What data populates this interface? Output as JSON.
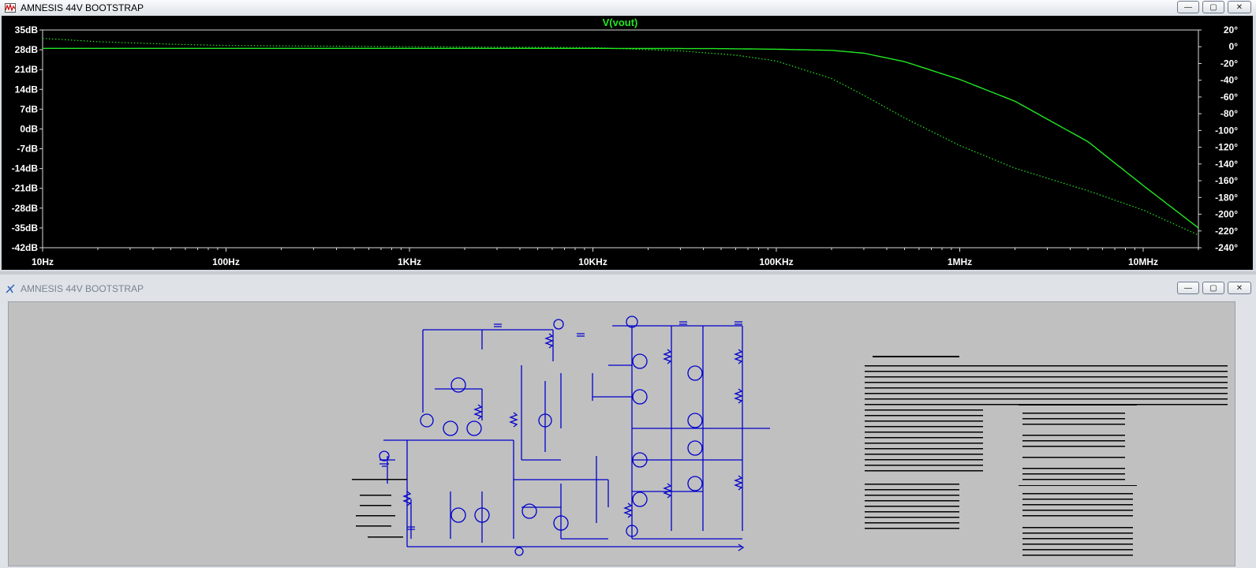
{
  "plot_window": {
    "title": "AMNESIS 44V BOOTSTRAP",
    "buttons": {
      "minimize": "—",
      "maximize": "▢",
      "close": "✕"
    }
  },
  "schematic_window": {
    "title": "AMNESIS 44V BOOTSTRAP",
    "buttons": {
      "minimize": "—",
      "maximize": "▢",
      "close": "✕"
    }
  },
  "colors": {
    "plot_bg": "#000000",
    "trace": "#22e822",
    "axis_text": "#ffffff",
    "grid": "#1e4d1e",
    "wire": "#0000cc",
    "schematic_bg": "#c0c0c0"
  },
  "chart_data": {
    "type": "line",
    "title": "V(vout)",
    "xscale": "log",
    "xlim": [
      10,
      20000000
    ],
    "ylim_left": [
      -42,
      35
    ],
    "ylim_right": [
      -240,
      20
    ],
    "x_ticks": [
      {
        "v": 10,
        "label": "10Hz"
      },
      {
        "v": 100,
        "label": "100Hz"
      },
      {
        "v": 1000,
        "label": "1KHz"
      },
      {
        "v": 10000,
        "label": "10KHz"
      },
      {
        "v": 100000,
        "label": "100KHz"
      },
      {
        "v": 1000000,
        "label": "1MHz"
      },
      {
        "v": 10000000,
        "label": "10MHz"
      }
    ],
    "y_left_ticks": [
      {
        "v": 35,
        "label": "35dB"
      },
      {
        "v": 28,
        "label": "28dB"
      },
      {
        "v": 21,
        "label": "21dB"
      },
      {
        "v": 14,
        "label": "14dB"
      },
      {
        "v": 7,
        "label": "7dB"
      },
      {
        "v": 0,
        "label": "0dB"
      },
      {
        "v": -7,
        "label": "-7dB"
      },
      {
        "v": -14,
        "label": "-14dB"
      },
      {
        "v": -21,
        "label": "-21dB"
      },
      {
        "v": -28,
        "label": "-28dB"
      },
      {
        "v": -35,
        "label": "-35dB"
      },
      {
        "v": -42,
        "label": "-42dB"
      }
    ],
    "y_right_ticks": [
      {
        "v": 20,
        "label": "20°"
      },
      {
        "v": 0,
        "label": "0°"
      },
      {
        "v": -20,
        "label": "-20°"
      },
      {
        "v": -40,
        "label": "-40°"
      },
      {
        "v": -60,
        "label": "-60°"
      },
      {
        "v": -80,
        "label": "-80°"
      },
      {
        "v": -100,
        "label": "-100°"
      },
      {
        "v": -120,
        "label": "-120°"
      },
      {
        "v": -140,
        "label": "-140°"
      },
      {
        "v": -160,
        "label": "-160°"
      },
      {
        "v": -180,
        "label": "-180°"
      },
      {
        "v": -200,
        "label": "-200°"
      },
      {
        "v": -220,
        "label": "-220°"
      },
      {
        "v": -240,
        "label": "-240°"
      }
    ],
    "series": [
      {
        "axis": "left",
        "style": "solid",
        "x": [
          10,
          100,
          1000,
          10000,
          50000,
          100000,
          200000,
          300000,
          500000,
          1000000,
          2000000,
          5000000,
          10000000,
          20000000
        ],
        "y": [
          28.5,
          28.5,
          28.5,
          28.5,
          28.4,
          28.2,
          27.8,
          26.8,
          23.8,
          17.5,
          9.8,
          -4.5,
          -20,
          -35
        ]
      },
      {
        "axis": "right",
        "style": "dotted",
        "x": [
          10,
          20,
          50,
          100,
          1000,
          10000,
          30000,
          60000,
          100000,
          200000,
          300000,
          500000,
          1000000,
          2000000,
          5000000,
          10000000,
          20000000
        ],
        "y": [
          10,
          6,
          3,
          1.5,
          0,
          -1,
          -5,
          -10,
          -17,
          -38,
          -58,
          -85,
          -118,
          -145,
          -172,
          -195,
          -225
        ]
      }
    ]
  }
}
